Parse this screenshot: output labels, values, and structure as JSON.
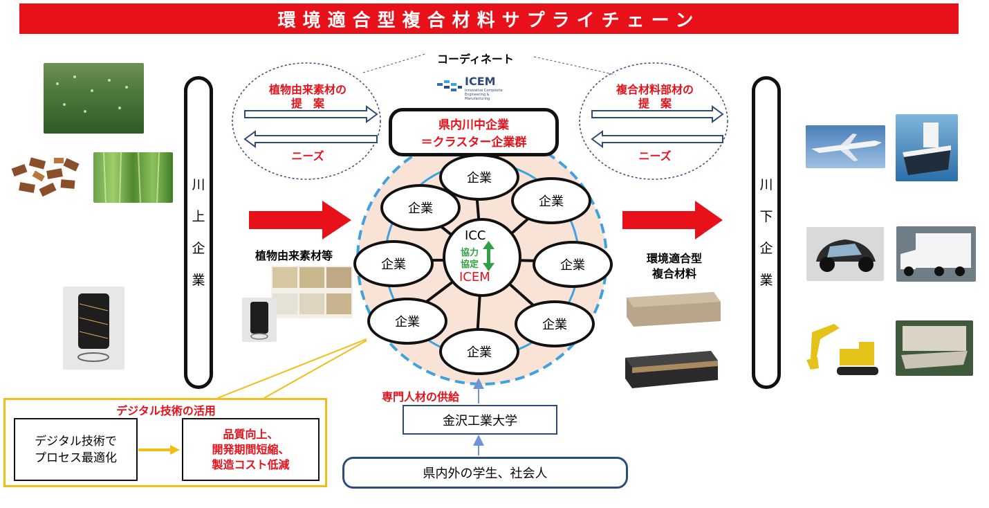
{
  "title": "環境適合型複合材料サプライチェーン",
  "coordinate_label": "コーディネート",
  "logo": {
    "name": "ICEM",
    "subtitle": "Innovative Composite Engineering & Manufacturing"
  },
  "left_bubble": {
    "proposal_line1": "植物由来素材の",
    "proposal_line2": "提　案",
    "needs": "ニーズ"
  },
  "right_bubble": {
    "proposal_line1": "複合材料部材の",
    "proposal_line2": "提　案",
    "needs": "ニーズ"
  },
  "cluster": {
    "line1": "県内川中企業",
    "line2": "＝クラスター企業群"
  },
  "upstream": {
    "chars": [
      "川",
      "上",
      "企",
      "業"
    ]
  },
  "downstream": {
    "chars": [
      "川",
      "下",
      "企",
      "業"
    ]
  },
  "hub": {
    "top": "ICC",
    "mid1": "協力",
    "mid2": "協定",
    "bottom": "ICEM"
  },
  "companies": [
    "企業",
    "企業",
    "企業",
    "企業",
    "企業",
    "企業",
    "企業",
    "企業"
  ],
  "materials_label": "植物由来素材等",
  "output_label": {
    "line1": "環境適合型",
    "line2": "複合材料"
  },
  "digital": {
    "title": "デジタル技術の活用",
    "left_line1": "デジタル技術で",
    "left_line2": "プロセス最適化",
    "right_line1": "品質向上、",
    "right_line2": "開発期間短縮、",
    "right_line3": "製造コスト低減"
  },
  "supply_label": "専門人材の供給",
  "university": "金沢工業大学",
  "students": "県内外の学生、社会人",
  "colors": {
    "red": "#e8111a",
    "blue_dash": "#3fa1de",
    "pink_fill": "#f8e3d6",
    "yellow": "#f1bd16",
    "navy": "#2e4a7a",
    "green": "#2ea043"
  }
}
